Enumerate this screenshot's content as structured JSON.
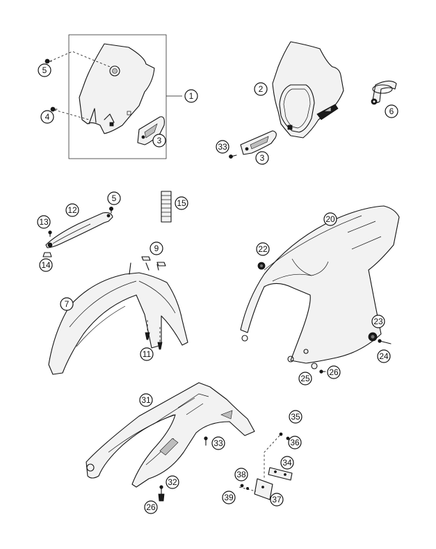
{
  "callouts": [
    {
      "id": "c1",
      "label": "1"
    },
    {
      "id": "c2",
      "label": "2"
    },
    {
      "id": "c3a",
      "label": "3"
    },
    {
      "id": "c3b",
      "label": "3"
    },
    {
      "id": "c4",
      "label": "4"
    },
    {
      "id": "c5a",
      "label": "5"
    },
    {
      "id": "c5b",
      "label": "5"
    },
    {
      "id": "c6",
      "label": "6"
    },
    {
      "id": "c7",
      "label": "7"
    },
    {
      "id": "c9",
      "label": "9"
    },
    {
      "id": "c11",
      "label": "11"
    },
    {
      "id": "c12",
      "label": "12"
    },
    {
      "id": "c13",
      "label": "13"
    },
    {
      "id": "c14",
      "label": "14"
    },
    {
      "id": "c15",
      "label": "15"
    },
    {
      "id": "c20",
      "label": "20"
    },
    {
      "id": "c22",
      "label": "22"
    },
    {
      "id": "c23",
      "label": "23"
    },
    {
      "id": "c24",
      "label": "24"
    },
    {
      "id": "c25",
      "label": "25"
    },
    {
      "id": "c26a",
      "label": "26"
    },
    {
      "id": "c26b",
      "label": "26"
    },
    {
      "id": "c31",
      "label": "31"
    },
    {
      "id": "c32",
      "label": "32"
    },
    {
      "id": "c33a",
      "label": "33"
    },
    {
      "id": "c33b",
      "label": "33"
    },
    {
      "id": "c34",
      "label": "34"
    },
    {
      "id": "c35",
      "label": "35"
    },
    {
      "id": "c36",
      "label": "36"
    },
    {
      "id": "c37",
      "label": "37"
    },
    {
      "id": "c38",
      "label": "38"
    },
    {
      "id": "c39",
      "label": "39"
    }
  ]
}
